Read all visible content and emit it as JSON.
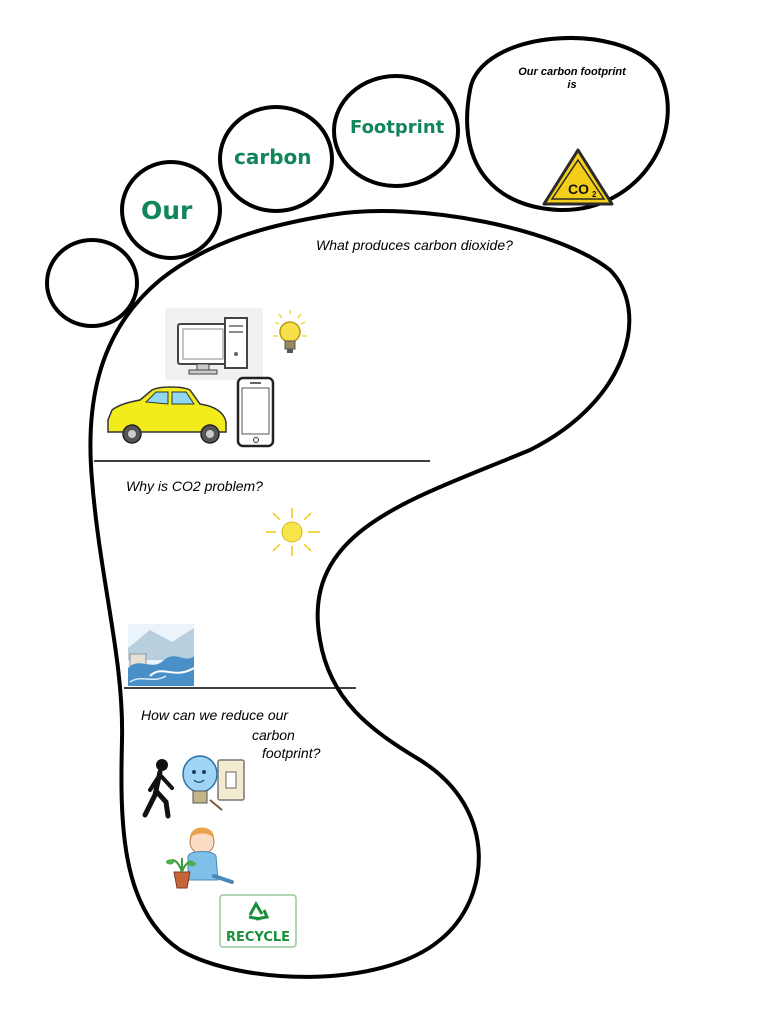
{
  "toes": {
    "word1": "Our",
    "word2": "carbon",
    "word3": "Footprint",
    "big_toe_line1": "Our carbon footprint",
    "big_toe_line2": "is",
    "co2_label": "CO",
    "co2_sub": "2"
  },
  "sections": {
    "q1": "What produces carbon dioxide?",
    "q2": "Why is CO2 problem?",
    "q3_line1": "How can we reduce our",
    "q3_line2": "carbon",
    "q3_line3": "footprint?"
  },
  "icons": {
    "computer": "computer-icon",
    "bulb": "light-bulb-icon",
    "car": "car-icon",
    "phone": "phone-icon",
    "sun": "sun-icon",
    "flood": "flood-icon",
    "walker": "walking-person-icon",
    "switch": "light-switch-icon",
    "planting": "child-planting-icon",
    "recycle": "recycle-icon"
  },
  "recycle_label": "RECYCLE",
  "colors": {
    "toe_text": "#12865a",
    "outline": "#000000",
    "car": "#f3ec1c",
    "warning": "#f4cf1a",
    "recycle": "#1a8f3a"
  }
}
